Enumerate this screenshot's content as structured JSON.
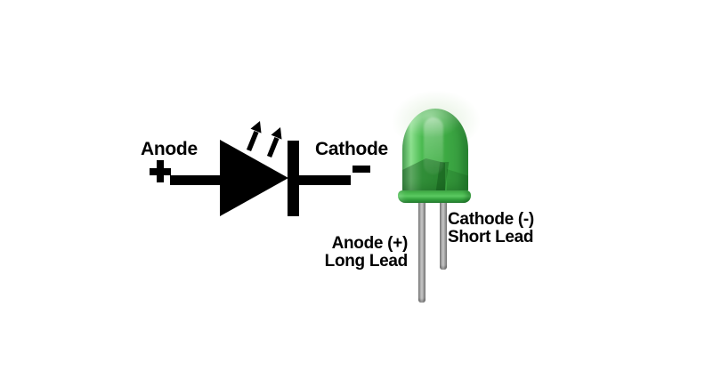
{
  "colors": {
    "background": "#ffffff",
    "symbol": "#000000",
    "text": "#000000",
    "led-body": "#3fae44",
    "led-body-highlight": "#8be08d",
    "led-body-shadow": "#2c8f36",
    "led-flange-shadow": "#1e7c2b",
    "lead-gray": "#a0a0a0"
  },
  "schematic": {
    "anode_label": "Anode",
    "anode_polarity": "+",
    "cathode_label": "Cathode",
    "cathode_polarity": "-"
  },
  "led": {
    "anode_lead_label": {
      "line1": "Anode (+)",
      "line2": "Long Lead"
    },
    "cathode_lead_label": {
      "line1": "Cathode (-)",
      "line2": "Short Lead"
    }
  }
}
